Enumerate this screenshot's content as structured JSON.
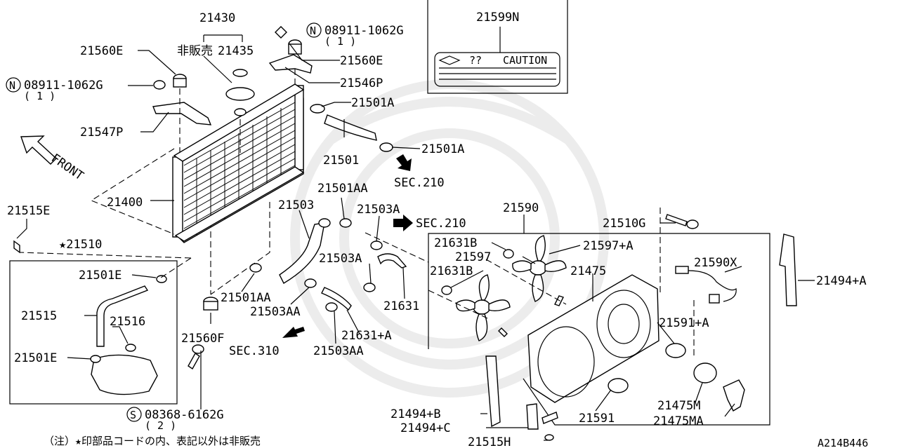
{
  "diagram_id": "A214B446",
  "note": "（注）★印部品コードの内、表記以外は非販売",
  "front_label": "FRONT",
  "caution_box": {
    "part": "21599N",
    "marks": "??",
    "text": "CAUTION"
  },
  "labels": {
    "p21430": "21430",
    "not_sold": "非販売",
    "p21435": "21435",
    "p21560E_left": "21560E",
    "bolt_left": "08911-1062G",
    "qty_left": "( 1 )",
    "p21547P": "21547P",
    "bolt_top": "08911-1062G",
    "qty_top": "( 1 )",
    "p21560E_top": "21560E",
    "p21546P": "21546P",
    "p21501A_1": "21501A",
    "p21501": "21501",
    "p21501A_2": "21501A",
    "sec210_a": "SEC.210",
    "p21400": "21400",
    "p21501AA_1": "21501AA",
    "p21503": "21503",
    "p21503A_1": "21503A",
    "sec210_b": "SEC.210",
    "p21515E": "21515E",
    "p21510": "★21510",
    "p21501E_1": "21501E",
    "p21515": "21515",
    "p21516": "21516",
    "p21501E_2": "21501E",
    "p21501AA_2": "21501AA",
    "p21503AA_1": "21503AA",
    "p21503A_2": "21503A",
    "p21631": "21631",
    "p21631A": "21631+A",
    "p21503AA_2": "21503AA",
    "sec310": "SEC.310",
    "p21560F": "21560F",
    "screw": "08368-6162G",
    "screw_qty": "( 2 )",
    "p21590": "21590",
    "p21510G": "21510G",
    "p21631B_1": "21631B",
    "p21597": "21597",
    "p21597A": "21597+A",
    "p21631B_2": "21631B",
    "p21475": "21475",
    "p21590X": "21590X",
    "p21494A": "21494+A",
    "p21591A": "21591+A",
    "p21475M": "21475M",
    "p21475MA": "21475MA",
    "p21591": "21591",
    "p21494B": "21494+B",
    "p21494C": "21494+C",
    "p21515H": "21515H",
    "circle_N": "N",
    "circle_S": "S"
  }
}
